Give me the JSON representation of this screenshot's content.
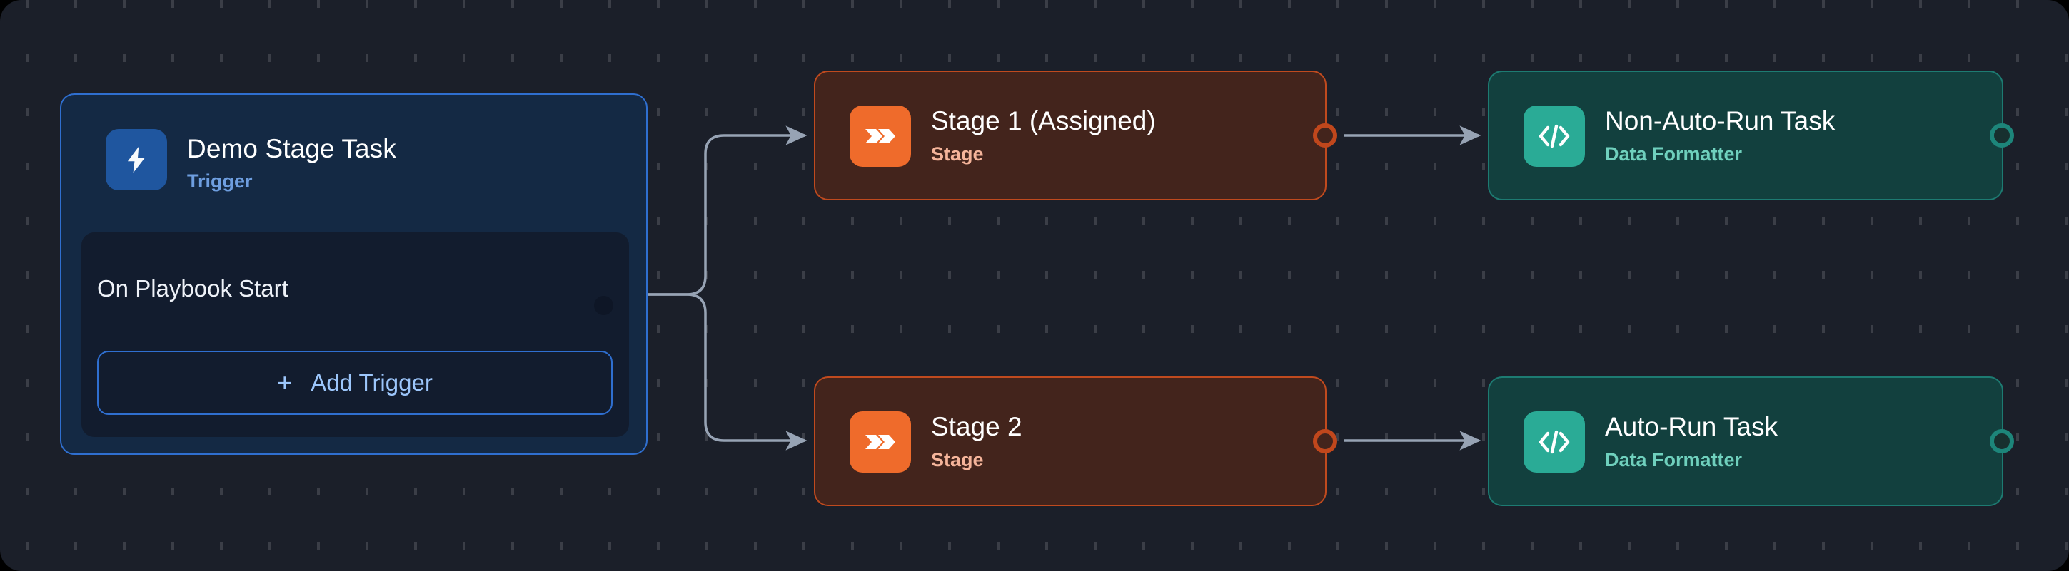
{
  "canvas": {
    "background_color": "#1b1f29",
    "grid": "dot-grid"
  },
  "colors": {
    "trigger_border": "#2f6fd0",
    "trigger_fill": "#142944",
    "trigger_icon": "#1f569f",
    "stage_border": "#c04a1e",
    "stage_fill": "#43241c",
    "stage_icon": "#ef6b2b",
    "task_border": "#1d7b72",
    "task_fill": "#12403e",
    "task_icon": "#2aab96",
    "edge": "#97a3b4"
  },
  "trigger_group": {
    "icon": "lightning-bolt-icon",
    "title": "Demo Stage Task",
    "subtitle": "Trigger",
    "panel": {
      "label": "On Playbook Start",
      "port": "trigger-output-port",
      "add_button": {
        "plus": "+",
        "label": "Add Trigger"
      }
    }
  },
  "nodes": [
    {
      "id": "stage-1",
      "kind": "stage",
      "icon": "double-chevron-right-icon",
      "title": "Stage 1 (Assigned)",
      "subtitle": "Stage"
    },
    {
      "id": "stage-2",
      "kind": "stage",
      "icon": "double-chevron-right-icon",
      "title": "Stage 2",
      "subtitle": "Stage"
    },
    {
      "id": "task-1",
      "kind": "task",
      "icon": "code-brackets-icon",
      "title": "Non-Auto-Run Task",
      "subtitle": "Data Formatter"
    },
    {
      "id": "task-2",
      "kind": "task",
      "icon": "code-brackets-icon",
      "title": "Auto-Run Task",
      "subtitle": "Data Formatter"
    }
  ],
  "edges": [
    {
      "from": "trigger-output-port",
      "to": "stage-1",
      "arrow": true
    },
    {
      "from": "trigger-output-port",
      "to": "stage-2",
      "arrow": true
    },
    {
      "from": "stage-1",
      "to": "task-1",
      "arrow": true
    },
    {
      "from": "stage-2",
      "to": "task-2",
      "arrow": true
    }
  ]
}
